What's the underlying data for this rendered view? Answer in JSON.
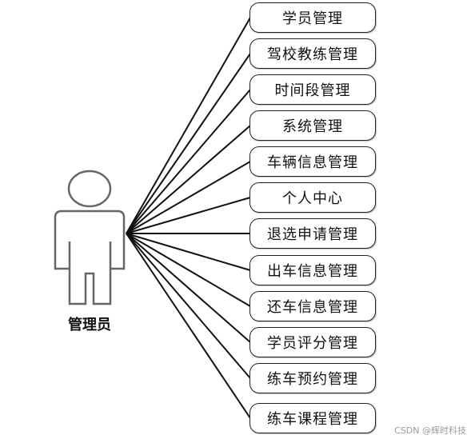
{
  "actor": {
    "label": "管理员"
  },
  "use_cases": [
    "学员管理",
    "驾校教练管理",
    "时间段管理",
    "系统管理",
    "车辆信息管理",
    "个人中心",
    "退选申请管理",
    "出车信息管理",
    "还车信息管理",
    "学员评分管理",
    "练车预约管理",
    "练车课程管理"
  ],
  "watermark": "CSDN @辉时科技"
}
